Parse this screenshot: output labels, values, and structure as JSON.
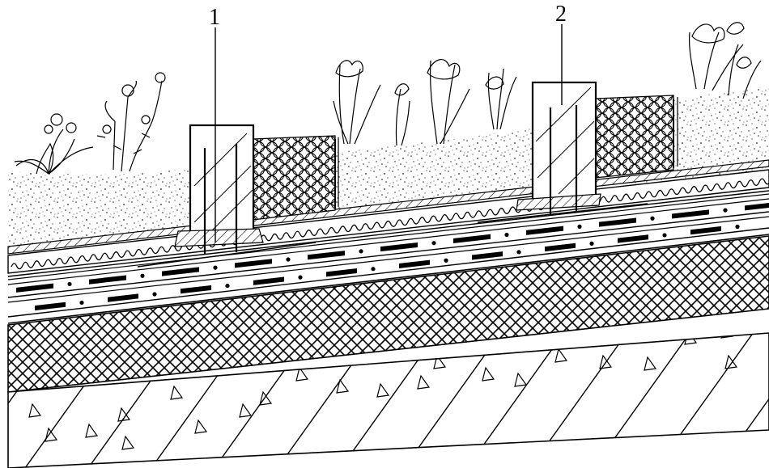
{
  "callouts": {
    "c1": "1",
    "c2": "2"
  },
  "colors": {
    "ink": "#000000",
    "paper": "#ffffff"
  },
  "components": [
    "soil-with-plants",
    "drainage-board",
    "protection-layers",
    "waterproof-membrane",
    "insulation-mesh",
    "concrete-slab",
    "gravel-filled-vents"
  ]
}
